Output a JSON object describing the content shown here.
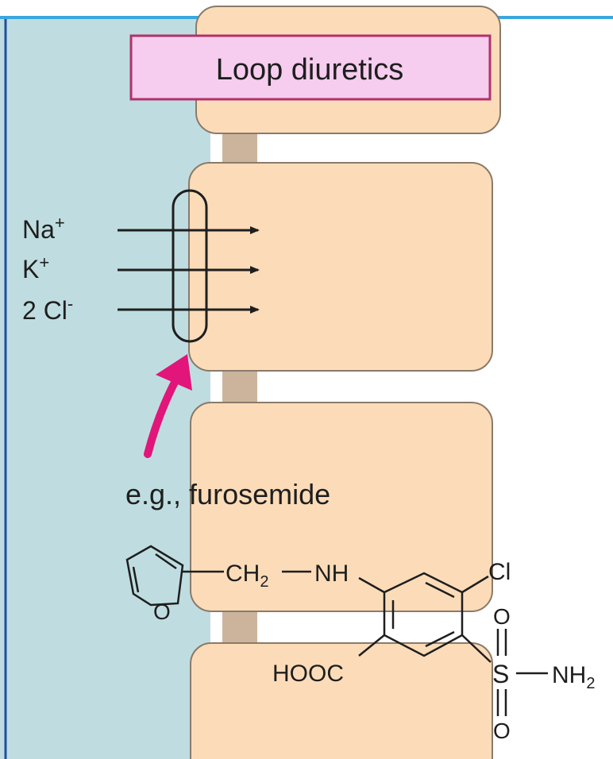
{
  "colors": {
    "lumen": "#bfdde0",
    "cell_fill": "#fcdcb8",
    "cell_stroke": "#8a7a6a",
    "junction": "#ccb49c",
    "label_box_fill": "#f6cdee",
    "label_box_stroke": "#b0326c",
    "drug_arrow": "#e2157a",
    "ink": "#1e1e1e",
    "top_border": "#3aa7df"
  },
  "title_box": {
    "label": "Loop diuretics"
  },
  "transporter": {
    "ions": [
      {
        "symbol": "Na",
        "charge": "+"
      },
      {
        "symbol": "K",
        "charge": "+"
      },
      {
        "symbol": "2 Cl",
        "charge": "-"
      }
    ]
  },
  "drug": {
    "example_label": "e.g., furosemide"
  },
  "structure": {
    "ring_heteroatom": "O",
    "methylene": "CH",
    "methylene_sub": "2",
    "amine": "NH",
    "chloro": "Cl",
    "carboxyl": "HOOC",
    "sulfonyl_s": "S",
    "sulfonyl_o": "O",
    "sulfonamide": "NH",
    "sulfonamide_sub": "2"
  }
}
